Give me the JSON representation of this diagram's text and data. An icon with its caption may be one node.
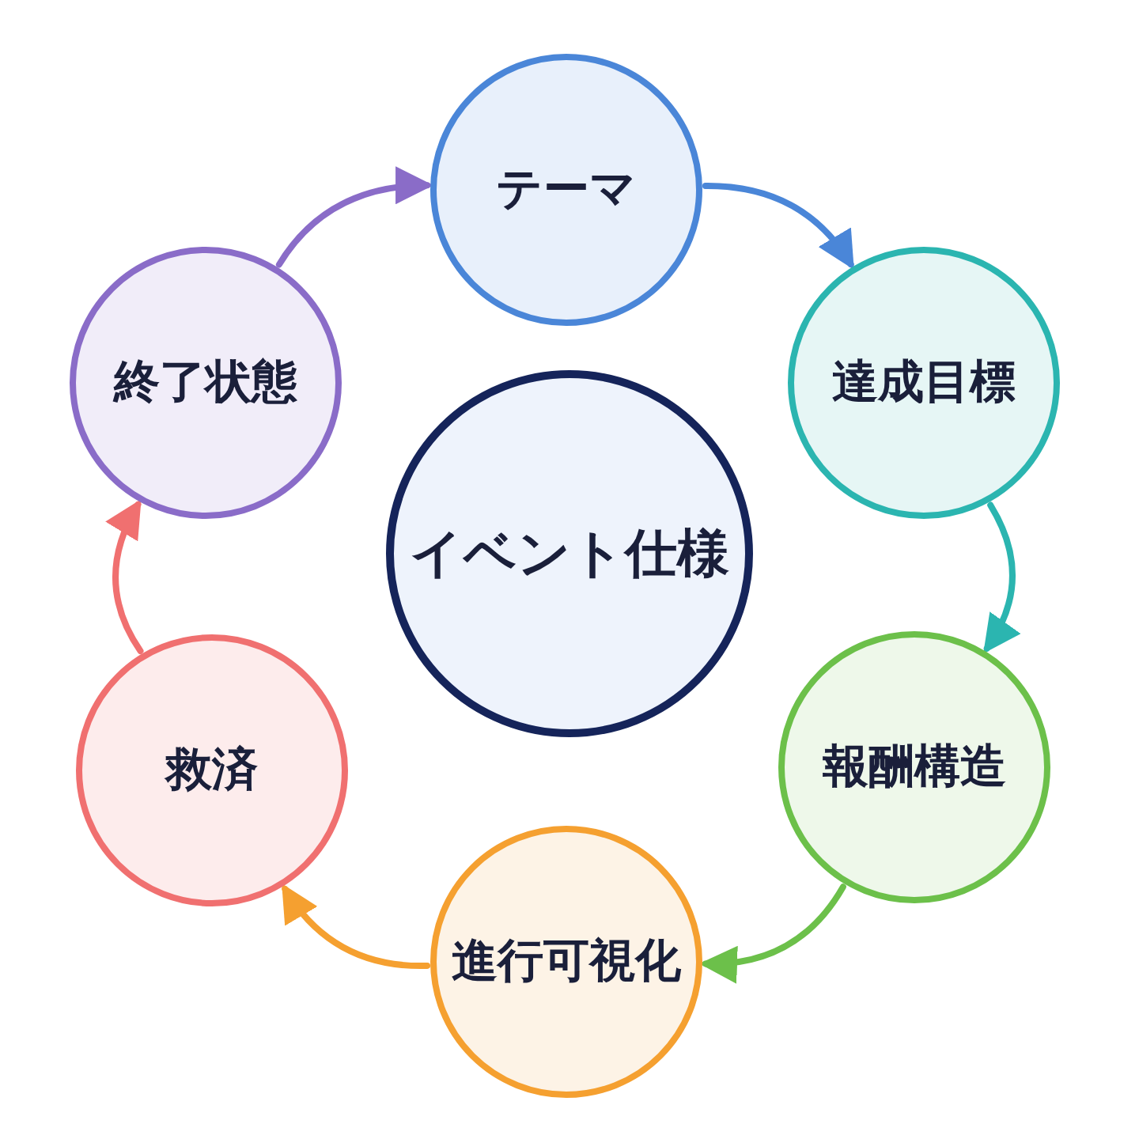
{
  "diagram": {
    "nodes": [
      {
        "text": [
          "イベント仕様"
        ]
      },
      {
        "text": [
          "テーマ"
        ]
      },
      {
        "text": [
          "達成目標"
        ]
      },
      {
        "text": [
          "報酬構造"
        ]
      },
      {
        "text": [
          "進行可視化"
        ]
      },
      {
        "text": [
          "救済"
        ]
      },
      {
        "text": [
          "終了状態"
        ]
      }
    ],
    "edges": [
      {
        "from": 1,
        "to": 2,
        "arrow": "to",
        "color": "#4a86d8"
      },
      {
        "from": 2,
        "to": 3,
        "arrow": "to",
        "color": "#2bb5b0"
      },
      {
        "from": 3,
        "to": 4,
        "arrow": "to",
        "color": "#6cc04a"
      },
      {
        "from": 4,
        "to": 5,
        "arrow": "to",
        "color": "#f5a030"
      },
      {
        "from": 5,
        "to": 6,
        "arrow": "to",
        "color": "#f07070"
      },
      {
        "from": 6,
        "to": 1,
        "arrow": "to",
        "color": "#8a6cc8"
      }
    ]
  }
}
